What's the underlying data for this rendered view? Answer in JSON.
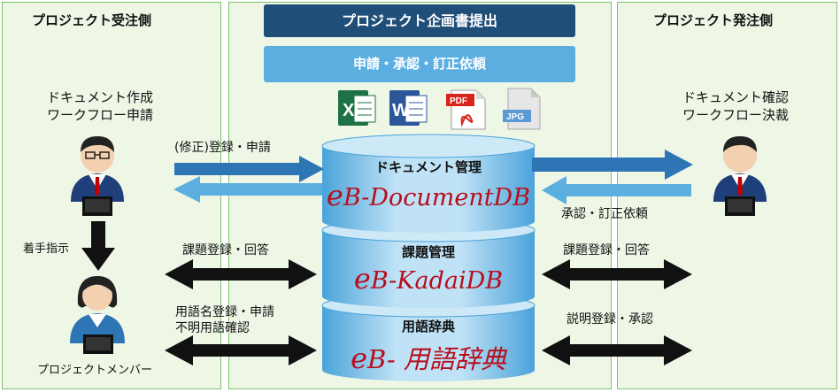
{
  "left_panel": {
    "title": "プロジェクト受注側"
  },
  "right_panel": {
    "title": "プロジェクト発注側"
  },
  "header": {
    "main": "プロジェクト企画書提出",
    "sub": "申請・承認・訂正依頼"
  },
  "file_icons": [
    {
      "icon": "excel-icon",
      "letter": "X",
      "color": "#1e7145"
    },
    {
      "icon": "word-icon",
      "letter": "W",
      "color": "#2b579a"
    },
    {
      "icon": "pdf-icon",
      "label": "PDF",
      "color": "#d9241c"
    },
    {
      "icon": "jpg-icon",
      "label": "JPG",
      "color": "#5b9bd5"
    }
  ],
  "left_texts": {
    "doc_create": "ドキュメント作成",
    "workflow_apply": "ワークフロー申請",
    "start_instruction": "着手指示",
    "member": "プロジェクトメンバー"
  },
  "right_texts": {
    "doc_confirm": "ドキュメント確認",
    "workflow_decide": "ワークフロー決裁"
  },
  "arrow_labels": {
    "register_apply": "(修正)登録・申請",
    "approve_correction": "承認・訂正依頼",
    "issue_left": "課題登録・回答",
    "issue_right": "課題登録・回答",
    "term_line1": "用語名登録・申請",
    "term_line2": "不明用語確認",
    "explain": "説明登録・承認"
  },
  "databases": [
    {
      "heading": "ドキュメント管理",
      "e": "e",
      "name": "B-DocumentDB"
    },
    {
      "heading": "課題管理",
      "e": "e",
      "name": "B-KadaiDB"
    },
    {
      "heading": "用語辞典",
      "e": "e",
      "name": "B- 用語辞典"
    }
  ],
  "colors": {
    "panel_bg": "#eef6e6",
    "panel_border": "#7cc46a",
    "header_dark": "#1f4e79",
    "header_light": "#5aafe0",
    "arrow_dark": "#2e75b6",
    "arrow_light": "#5aafe0",
    "db_light": "#cde8f7",
    "db_dark": "#5aafe0",
    "brand_red": "#b80e1c"
  }
}
